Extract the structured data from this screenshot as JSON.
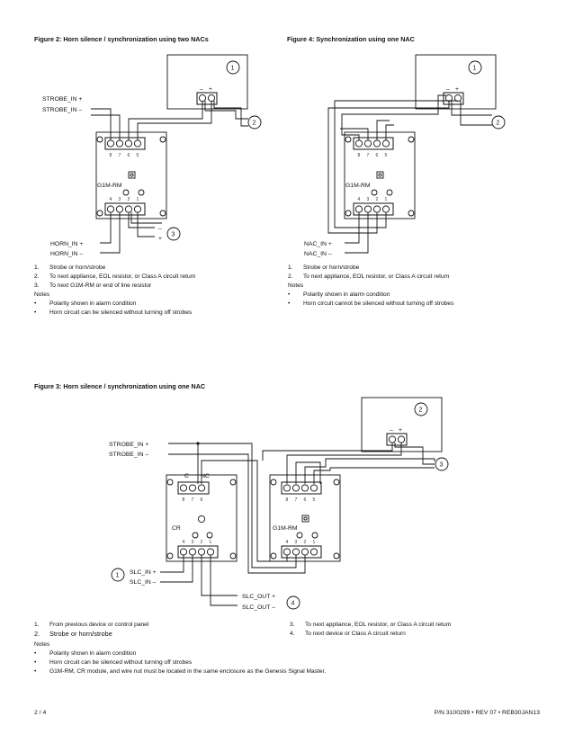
{
  "fig2": {
    "title": "Figure 2: Horn silence / synchronization using two NACs",
    "strobe_in_plus": "STROBE_IN +",
    "strobe_in_minus": "STROBE_IN –",
    "horn_in_plus": "HORN_IN +",
    "horn_in_minus": "HORN_IN –",
    "module_label": "G1M-RM",
    "minus_sign": "–",
    "plus_sign": "+",
    "callouts": [
      "1",
      "2",
      "3"
    ],
    "top_terminals": [
      "8",
      "7",
      "6",
      "5"
    ],
    "bottom_terminals": [
      "4",
      "3",
      "2",
      "1"
    ],
    "notes": [
      {
        "num": "1.",
        "text": "Strobe or horn/strobe"
      },
      {
        "num": "2.",
        "text": "To next appliance, EOL resistor, or Class A circuit return"
      },
      {
        "num": "3.",
        "text": "To next G1M-RM or end of line resistor"
      },
      {
        "num": "",
        "text": "Notes"
      },
      {
        "num": "•",
        "text": "Polarity shown in alarm condition"
      },
      {
        "num": "•",
        "text": "Horn circuit can be silenced without turning off strobes"
      }
    ]
  },
  "fig4": {
    "title": "Figure 4: Synchronization using one NAC",
    "nac_in_plus": "NAC_IN +",
    "nac_in_minus": "NAC_IN –",
    "module_label": "G1M-RM",
    "minus_sign": "–",
    "plus_sign": "+",
    "callouts": [
      "1",
      "2"
    ],
    "top_terminals": [
      "8",
      "7",
      "6",
      "5"
    ],
    "bottom_terminals": [
      "4",
      "3",
      "2",
      "1"
    ],
    "notes": [
      {
        "num": "1.",
        "text": "Strobe or horn/strobe"
      },
      {
        "num": "2.",
        "text": "To next appliance, EOL resistor, or Class A circuit return"
      },
      {
        "num": "",
        "text": "Notes"
      },
      {
        "num": "•",
        "text": "Polarity shown in alarm condition"
      },
      {
        "num": "•",
        "text": "Horn circuit cannot be silenced without turning off strobes"
      }
    ]
  },
  "fig3": {
    "title": "Figure 3: Horn silence / synchronization using one NAC",
    "strobe_in_plus": "STROBE_IN +",
    "strobe_in_minus": "STROBE_IN –",
    "slc_in_plus": "SLC_IN +",
    "slc_in_minus": "SLC_IN –",
    "slc_out_plus": "SLC_OUT +",
    "slc_out_minus": "SLC_OUT –",
    "cr_label": "CR",
    "c_label": "C",
    "nc_label": "NC",
    "module_label": "G1M-RM",
    "minus_sign": "–",
    "plus_sign": "+",
    "callouts": [
      "1",
      "2",
      "3",
      "4"
    ],
    "cr_top_terminals": [
      "8",
      "7",
      "6"
    ],
    "top_terminals": [
      "8",
      "7",
      "6",
      "5"
    ],
    "bottom_terminals": [
      "4",
      "3",
      "2",
      "1"
    ],
    "notes_left": [
      {
        "num": "1.",
        "text": "From previous device or control panel"
      },
      {
        "num": "2.",
        "text": "Strobe or horn/strobe"
      }
    ],
    "notes_right": [
      {
        "num": "3.",
        "text": "To next appliance, EOL resistor, or Class A circuit return"
      },
      {
        "num": "4.",
        "text": "To next device or Class A circuit return"
      }
    ],
    "notes_bottom": [
      {
        "num": "",
        "text": "Notes"
      },
      {
        "num": "•",
        "text": "Polarity shown in alarm condition"
      },
      {
        "num": "•",
        "text": "Horn circuit can be silenced without turning off strobes"
      },
      {
        "num": "•",
        "text": "G1M-RM, CR module, and wire nut must be located in the same enclosure as the Genesis Signal Master."
      }
    ]
  },
  "footer": {
    "page": "2 / 4",
    "part": "P/N 3100299 • REV 07 • REB30JAN13"
  }
}
